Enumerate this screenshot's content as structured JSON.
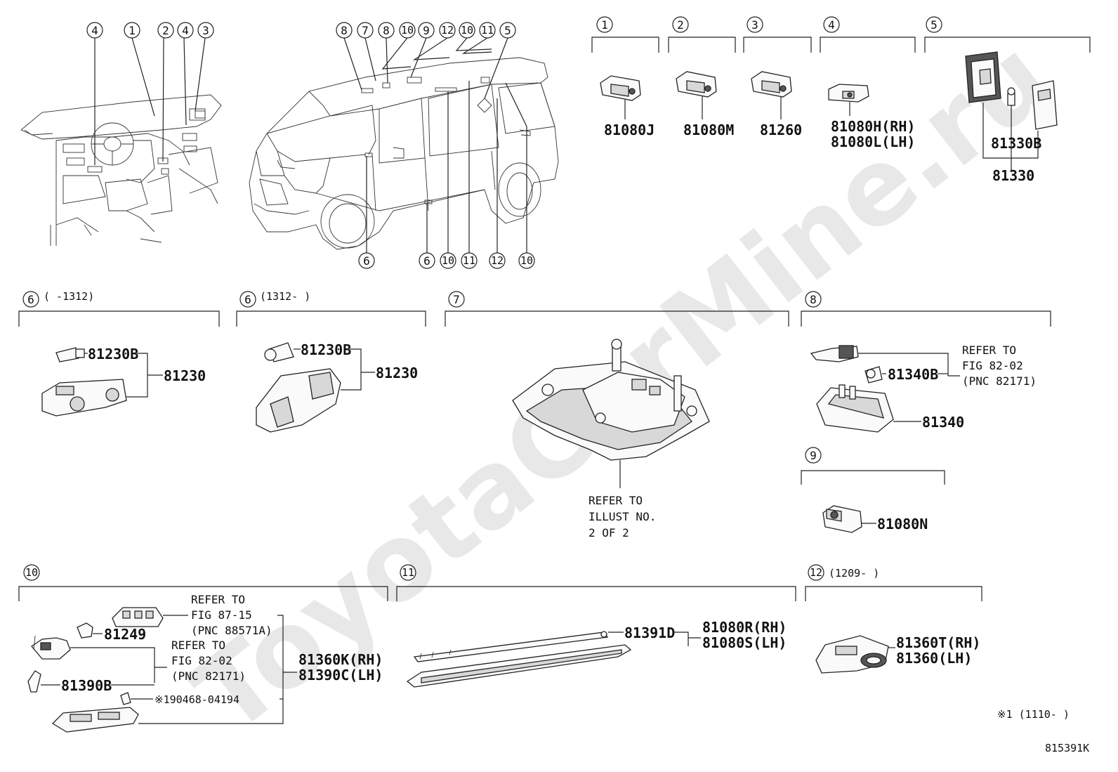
{
  "watermark": "ToyotaCarMine.ru",
  "overview_callouts": {
    "dash": [
      "4",
      "1",
      "2",
      "4",
      "3"
    ],
    "van_top": [
      "8",
      "7",
      "8",
      "10",
      "9",
      "12",
      "10",
      "11",
      "5"
    ],
    "van_bottom": [
      "6",
      "6",
      "10",
      "11",
      "12",
      "10"
    ]
  },
  "groups": [
    {
      "num": "1",
      "parts": [
        "81080J"
      ]
    },
    {
      "num": "2",
      "parts": [
        "81080M"
      ]
    },
    {
      "num": "3",
      "parts": [
        "81260"
      ]
    },
    {
      "num": "4",
      "parts": [
        "81080H(RH)",
        "81080L(LH)"
      ]
    },
    {
      "num": "5",
      "parts": [
        "81330B",
        "81330"
      ]
    },
    {
      "num": "6",
      "range": "(      -1312)",
      "parts": [
        "81230B",
        "81230"
      ]
    },
    {
      "num": "6",
      "range": "(1312-      )",
      "parts": [
        "81230B",
        "81230"
      ]
    },
    {
      "num": "7",
      "ref": [
        "REFER TO",
        "ILLUST NO.",
        "2 OF 2"
      ]
    },
    {
      "num": "8",
      "parts": [
        "81340B",
        "81340"
      ],
      "ref": [
        "REFER TO",
        "FIG 82-02",
        "(PNC 82171)"
      ]
    },
    {
      "num": "9",
      "parts": [
        "81080N"
      ]
    },
    {
      "num": "10",
      "parts": [
        "81249",
        "81390B",
        "81360K(RH)",
        "81390C(LH)"
      ],
      "ref_a": [
        "REFER TO",
        "FIG 87-15",
        "(PNC 88571A)"
      ],
      "ref_b": [
        "REFER TO",
        "FIG 82-02",
        "(PNC 82171)"
      ],
      "note_part": "※190468-04194"
    },
    {
      "num": "11",
      "parts": [
        "81391D",
        "81080R(RH)",
        "81080S(LH)"
      ]
    },
    {
      "num": "12",
      "range": "(1209-      )",
      "parts": [
        "81360T(RH)",
        "81360(LH)"
      ]
    }
  ],
  "footnote": "※1 (1110-      )",
  "figure_code": "815391K"
}
